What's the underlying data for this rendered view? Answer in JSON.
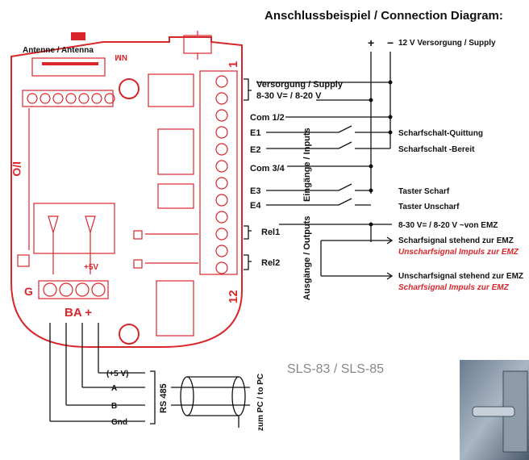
{
  "title": "Anschlussbeispiel / Connection Diagram:",
  "supply_top": {
    "plus": "+",
    "minus": "−",
    "label": "12 V Versorgung / Supply"
  },
  "board": {
    "antenna": "Antenne / Antenna",
    "nm": "NM",
    "io": "I/O",
    "plus5v": "+5V",
    "g": "G",
    "ba_plus": "BA +",
    "num1": "1",
    "num12": "12"
  },
  "terminals": {
    "versorgung": "Versorgung / Supply",
    "versorgung_range": "8-30 V= / 8-20 V",
    "com12": "Com 1/2",
    "e1": "E1",
    "e2": "E2",
    "com34": "Com 3/4",
    "e3": "E3",
    "e4": "E4",
    "rel1": "Rel1",
    "rel2": "Rel2",
    "inputs_group": "Eingänge / Inputs",
    "outputs_group": "Ausgänge / Outputs"
  },
  "right_labels": {
    "quittung": "Scharfschalt-Quittung",
    "bereit": "Scharfschalt -Bereit",
    "taster_scharf": "Taster Scharf",
    "taster_unscharf": "Taster Unscharf",
    "emz_supply": "8-30 V= / 8-20 V  ~von EMZ",
    "scharf_stehend": "Scharfsignal stehend zur EMZ",
    "unscharf_impuls": "Unscharfsignal Impuls zur EMZ",
    "unscharf_stehend": "Unscharfsignal stehend zur EMZ",
    "scharf_impuls": "Scharfsignal Impuls zur EMZ"
  },
  "bus": {
    "p5v": "(+5 V)",
    "a": "A",
    "b": "B",
    "gnd": "Gnd",
    "rs485": "RS 485",
    "zum_pc": "zum PC / to PC"
  },
  "model": "SLS-83 / SLS-85"
}
